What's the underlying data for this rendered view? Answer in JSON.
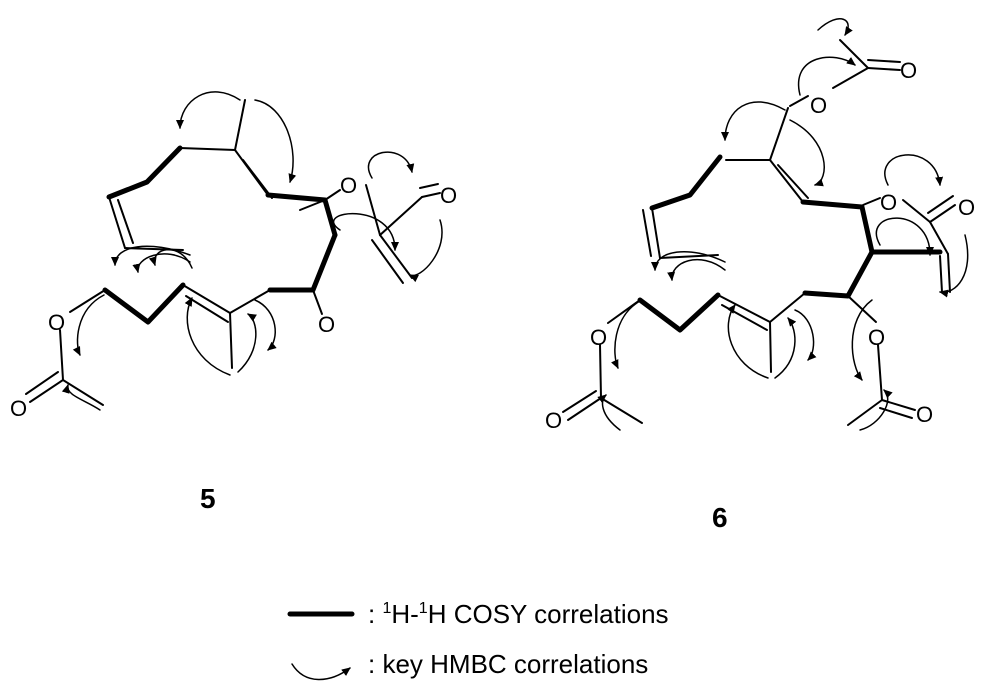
{
  "compounds": {
    "left": {
      "label": "5"
    },
    "right": {
      "label": "6"
    }
  },
  "atoms": {
    "O": "O"
  },
  "legend": {
    "cosy": {
      "prefix": ": ",
      "sup1": "1",
      "mid": "H-",
      "sup2": "1",
      "rest": "H COSY correlations"
    },
    "hmbc": {
      "text": ": key HMBC correlations"
    }
  }
}
